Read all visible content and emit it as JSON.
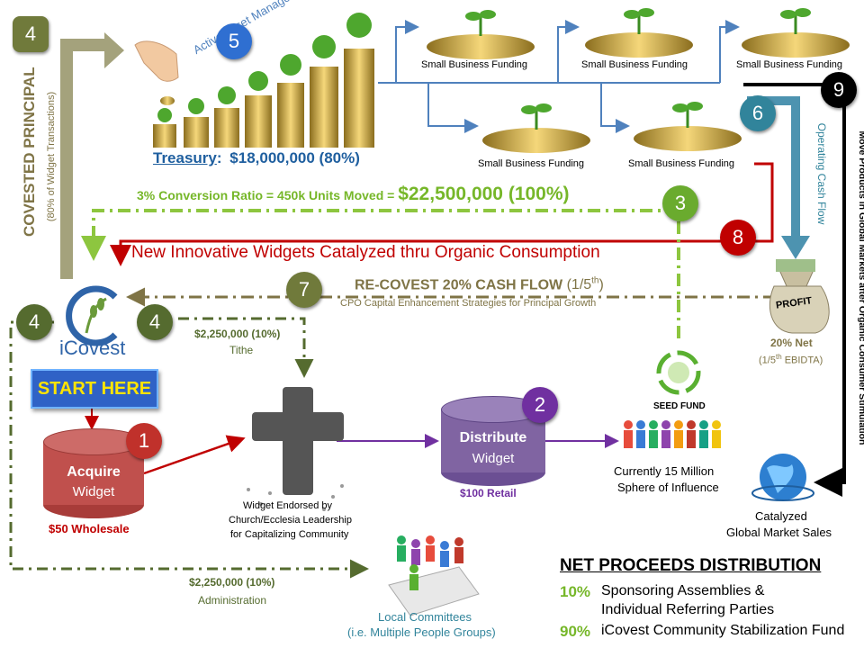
{
  "treasury": {
    "label": "Treasury",
    "colon": ":",
    "value": "$18,000,000 (80%)"
  },
  "asset_management": "Active Asset Management",
  "small_business_funding": [
    "Small Business Funding",
    "Small Business Funding",
    "Small Business Funding",
    "Small Business Funding",
    "Small Business Funding"
  ],
  "covested_principal": {
    "title": "COVESTED PRINCIPAL",
    "subtitle": "(80% of Widget Transactions)"
  },
  "conversion": {
    "pct": "3%",
    "text": " Conversion Ratio = 450k Units Moved = ",
    "amount": "$22,500,000",
    "total": " (100%)"
  },
  "catalyzed_headline": "New Innovative Widgets Catalyzed thru Organic Consumption",
  "recovest": {
    "title": "RE-COVEST 20% CASH FLOW",
    "fraction_open": " (1/5",
    "fraction_sup": "th",
    "fraction_close": ")",
    "subtitle": "CPO Capital Enhancement Strategies for Principal Growth"
  },
  "operating_cash_flow": "Operating Cash Flow",
  "global_markets": "Move Products in Global Markets after Organic Consumer Stimulation",
  "profit": {
    "bag_label": "PROFIT",
    "net": "20% Net",
    "ebidta_open": "(1/5",
    "ebidta_sup": "th",
    "ebidta_close": " EBIDTA)"
  },
  "logo_text": "iCovest",
  "start_here": "START HERE",
  "acquire": {
    "title": "Acquire",
    "sub": "Widget",
    "price": "$50 Wholesale"
  },
  "distribute": {
    "title": "Distribute",
    "sub": "Widget",
    "price": "$100 Retail"
  },
  "tithe": {
    "amount": "$2,250,000 (10%)",
    "label": "Tithe"
  },
  "endorsed": [
    "Widget Endorsed by",
    "Church/Ecclesia Leadership",
    "for Capitalizing Community"
  ],
  "seed_fund": "SEED FUND",
  "sphere": [
    "Currently 15 Million",
    "Sphere of Influence"
  ],
  "global_sales": [
    "Catalyzed",
    "Global Market Sales"
  ],
  "administration": {
    "amount": "$2,250,000 (10%)",
    "label": "Administration"
  },
  "committees": [
    "Local Committees",
    "(i.e. Multiple People Groups)"
  ],
  "net_proceeds": {
    "title": "NET PROCEEDS DISTRIBUTION",
    "rows": [
      {
        "pct": "10%",
        "lines": [
          "Sponsoring Assemblies &",
          "Individual Referring Parties"
        ]
      },
      {
        "pct": "90%",
        "lines": [
          "iCovest Community Stabilization Fund"
        ]
      }
    ]
  },
  "badges": {
    "b1": "1",
    "b2": "2",
    "b3": "3",
    "b4a": "4",
    "b4b": "4",
    "b4c": "4",
    "b5": "5",
    "b6": "6",
    "b7": "7",
    "b8": "8",
    "b9": "9"
  },
  "colors": {
    "olive": "#556b2f",
    "khaki": "#a4a27c",
    "lime": "#8dc63f",
    "darkred": "#c00000",
    "steelblue": "#4f81bd",
    "teal": "#31849b",
    "purple": "#7030a0",
    "red_cylinder": "#c0504d",
    "purple_cylinder": "#8064a2",
    "green_text": "#76b729",
    "brown_text": "#7f7446"
  },
  "icons": [
    "hand-coin-icon",
    "coin-stack-plant-icon",
    "money-bag-icon",
    "seed-fund-icon",
    "people-group-icon",
    "globe-icon",
    "puzzle-people-icon",
    "cross-crowd-icon",
    "icovest-logo"
  ]
}
